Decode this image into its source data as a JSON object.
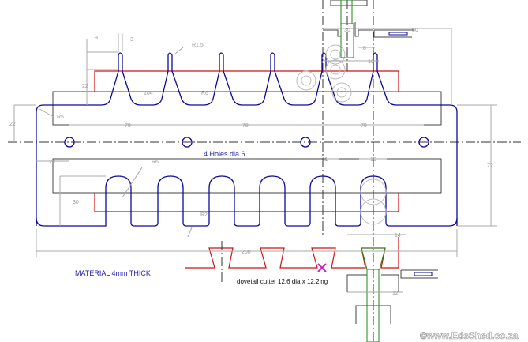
{
  "drawing": {
    "notes": {
      "material": "MATERIAL 4mm THICK",
      "holes": "4 Holes dia 6",
      "cutter": "dovetail cutter 12.6 dia x 12.2lng",
      "watermark": "©www.EdsShed.co.za"
    },
    "dimensions": {
      "d9": "9",
      "d3": "3",
      "r15": "R1.5",
      "d22_top": "22",
      "d22_left": "22",
      "r5": "R5",
      "r6_top": "R6",
      "a104": "104°",
      "d78_1": "78",
      "d78_2": "78",
      "d78_3": "78",
      "d20": "20",
      "r6_bottom": "R6",
      "d30": "30",
      "r2": "R2",
      "d250": "250",
      "d72": "72",
      "d30_top": "30",
      "d50": "50",
      "d8": "8",
      "d16": "16",
      "d11": "11",
      "d15": "15",
      "d14": "14",
      "d12": "12"
    },
    "colors": {
      "outline": "#0a0a9a",
      "jig": "#d01010",
      "tool": "#1a8a1a",
      "marker": "#d020d0",
      "label": "#2020b0"
    }
  }
}
